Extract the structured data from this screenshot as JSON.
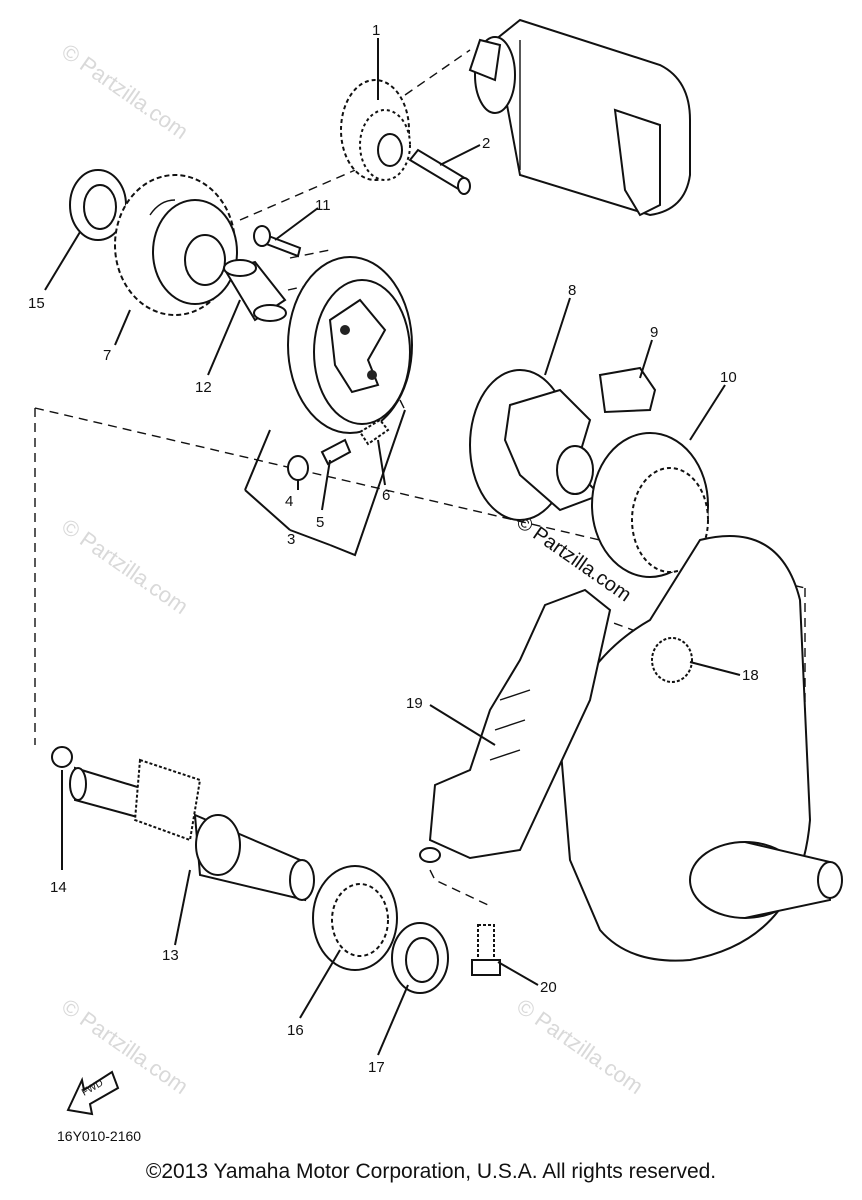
{
  "watermarks": [
    "© Partzilla.com",
    "© Partzilla.com",
    "© Partzilla.com",
    "© Partzilla.com",
    "© Partzilla.com"
  ],
  "center_watermark": "© Partzilla.com",
  "callouts": [
    "1",
    "2",
    "3",
    "4",
    "5",
    "6",
    "7",
    "8",
    "9",
    "10",
    "11",
    "12",
    "13",
    "14",
    "15",
    "16",
    "17",
    "18",
    "19",
    "20"
  ],
  "fwd_label": "FWD",
  "diagram_code": "16Y010-2160",
  "copyright": "©2013 Yamaha Motor Corporation, U.S.A. All rights reserved."
}
